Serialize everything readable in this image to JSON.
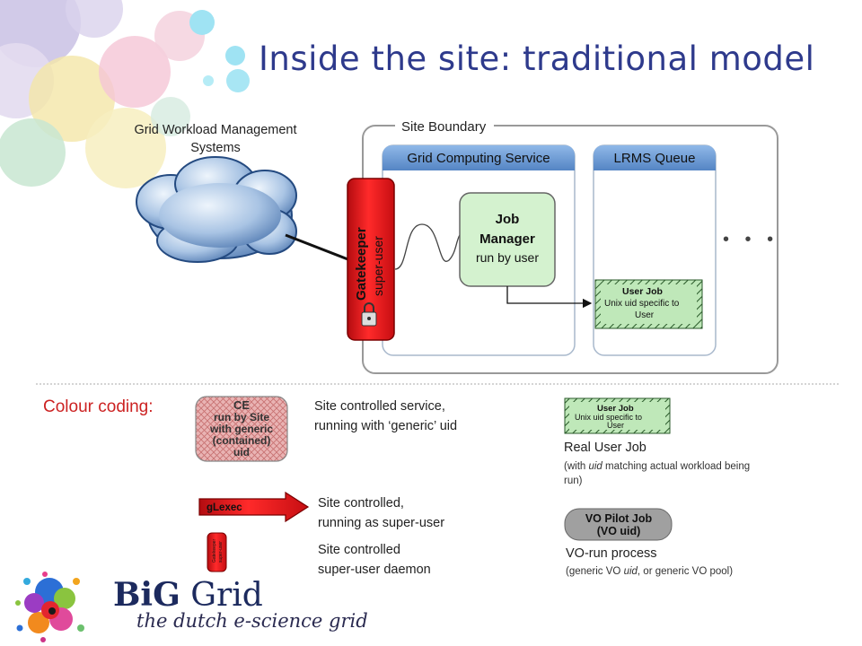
{
  "title": "Inside the site: traditional model",
  "diagram": {
    "gwms_label_line1": "Grid Workload Management",
    "gwms_label_line2": "Systems",
    "site_boundary": "Site Boundary",
    "gcs_header": "Grid Computing Service",
    "lrms_header": "LRMS Queue",
    "gatekeeper_line1": "Gatekeeper",
    "gatekeeper_line2": "super-user",
    "job_manager_line1": "Job",
    "job_manager_line2": "Manager",
    "job_manager_line3": "run by user",
    "user_job_line1": "User Job",
    "user_job_line2": "Unix uid specific to",
    "user_job_line3": "User",
    "ellipsis": "• • •"
  },
  "legend": {
    "title": "Colour coding:",
    "ce_box_line1": "CE",
    "ce_box_line2": "run by Site",
    "ce_box_line3": "with generic",
    "ce_box_line4": "(contained)",
    "ce_box_line5": "uid",
    "ce_desc_line1": "Site controlled service,",
    "ce_desc_line2": "running with ‘generic’ uid",
    "glexec_label": "gLexec",
    "glexec_desc_line1": "Site controlled,",
    "glexec_desc_line2": "running as super-user",
    "daemon_label_line1": "Gatekeeper",
    "daemon_label_line2": "super-user",
    "daemon_desc_line1": "Site controlled",
    "daemon_desc_line2": "super-user daemon",
    "userjob_box_line1": "User Job",
    "userjob_box_line2": "Unix uid specific to",
    "userjob_box_line3": "User",
    "real_user_job": "Real User Job",
    "real_user_job_note_pre": "(with ",
    "real_user_job_note_em": "uid",
    "real_user_job_note_post": " matching actual workload being",
    "real_user_job_note_line2": "run)",
    "vo_pilot_line1": "VO Pilot Job",
    "vo_pilot_line2": "(VO uid)",
    "vo_run": "VO-run process",
    "vo_run_note_pre": "(generic VO ",
    "vo_run_note_em": "uid",
    "vo_run_note_post": ", or generic VO pool)"
  },
  "logo": {
    "big": "BiG",
    "grid": " Grid",
    "tagline": "the dutch e-science grid"
  },
  "colors": {
    "title": "#2e3a8c",
    "gatekeeper_red": "#e8141e",
    "job_manager_green": "#d4f2cf",
    "user_job_green": "#bfe8b9",
    "service_header_blue": "#6c9bd4",
    "ce_pink": "#e8a9a9",
    "vo_grey": "#9a9a9a",
    "legend_red": "#cc2222"
  }
}
